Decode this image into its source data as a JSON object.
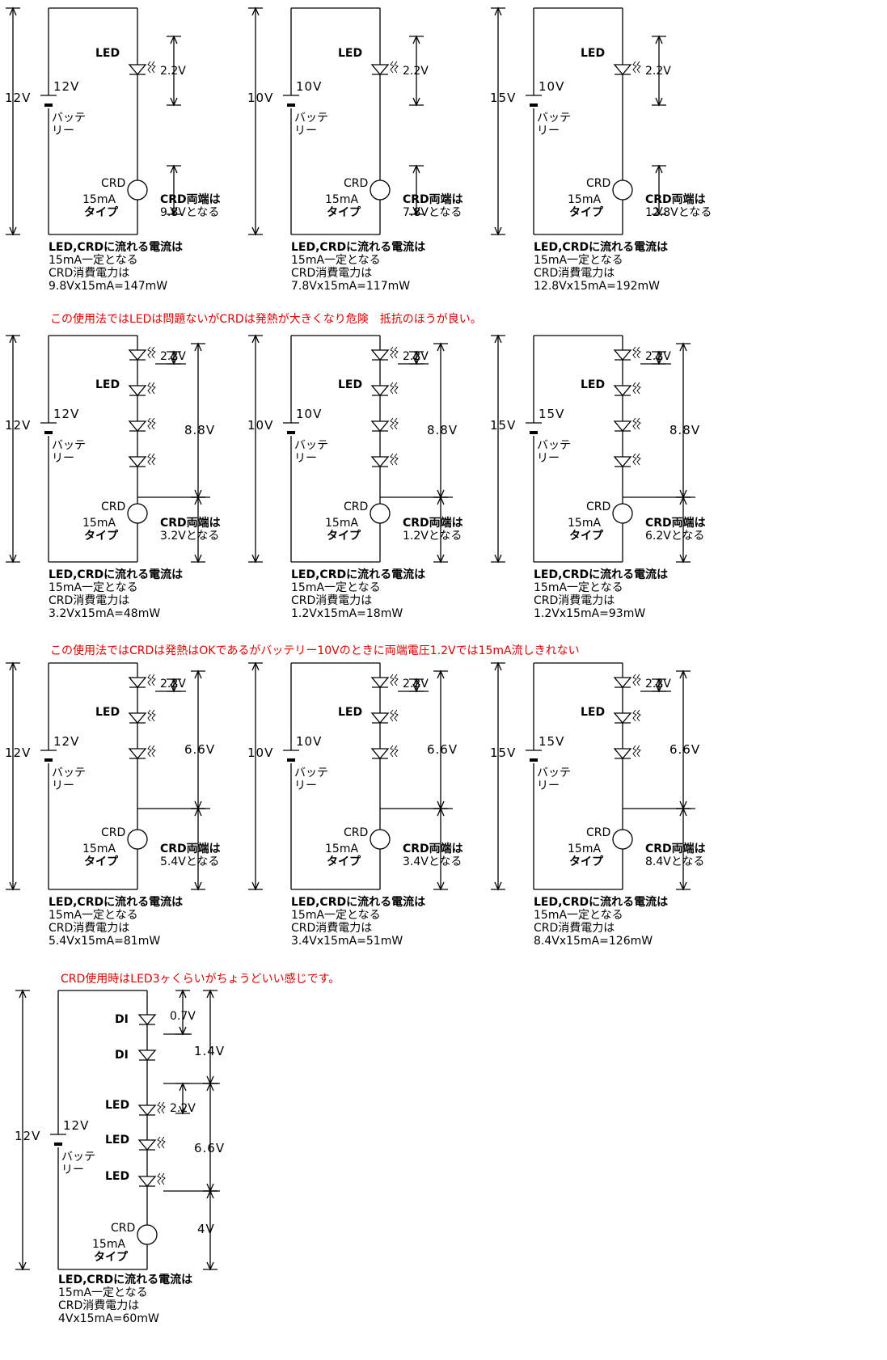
{
  "labels": {
    "led": "LED",
    "crd": "CRD",
    "di": "DI",
    "type_15ma": "15mA",
    "type_word": "タイプ",
    "battery_1": "バッテ",
    "battery_2": "リー",
    "led_drop": "2.2V",
    "di_drop": "0.7V",
    "crd_both_ends": "CRD両端は"
  },
  "summary": {
    "line1": "LED,CRDに流れる電流は",
    "line2": "15mA一定となる",
    "line3": "CRD消費電力は"
  },
  "panels": [
    {
      "total": "12V",
      "battery": "12V",
      "leds": 1,
      "mid": "",
      "crd_v": "9.8Vとなる",
      "power": "9.8Vx15mA=147mW"
    },
    {
      "total": "10V",
      "battery": "10V",
      "leds": 1,
      "mid": "",
      "crd_v": "7.8Vとなる",
      "power": "7.8Vx15mA=117mW"
    },
    {
      "total": "15V",
      "battery": "10V",
      "leds": 1,
      "mid": "",
      "crd_v": "12.8Vとなる",
      "power": "12.8Vx15mA=192mW"
    },
    {
      "total": "12V",
      "battery": "12V",
      "leds": 4,
      "mid": "8.8V",
      "crd_v": "3.2Vとなる",
      "power": "3.2Vx15mA=48mW"
    },
    {
      "total": "10V",
      "battery": "10V",
      "leds": 4,
      "mid": "8.8V",
      "crd_v": "1.2Vとなる",
      "power": "1.2Vx15mA=18mW"
    },
    {
      "total": "15V",
      "battery": "15V",
      "leds": 4,
      "mid": "8.8V",
      "crd_v": "6.2Vとなる",
      "power": "1.2Vx15mA=93mW"
    },
    {
      "total": "12V",
      "battery": "12V",
      "leds": 3,
      "mid": "6.6V",
      "crd_v": "5.4Vとなる",
      "power": "5.4Vx15mA=81mW"
    },
    {
      "total": "10V",
      "battery": "10V",
      "leds": 3,
      "mid": "6.6V",
      "crd_v": "3.4Vとなる",
      "power": "3.4Vx15mA=51mW"
    },
    {
      "total": "15V",
      "battery": "15V",
      "leds": 3,
      "mid": "6.6V",
      "crd_v": "8.4Vとなる",
      "power": "8.4Vx15mA=126mW"
    }
  ],
  "final_panel": {
    "total": "12V",
    "battery": "12V",
    "di_total": "1.4V",
    "led_total": "6.6V",
    "crd_total": "4V",
    "power": "4Vx15mA=60mW"
  },
  "notes": [
    "この使用法ではLEDは問題ないがCRDは発熱が大きくなり危険　抵抗のほうが良い。",
    "この使用法ではCRDは発熱はOKであるがバッテリー10Vのときに両端電圧1.2Vでは15mA流しきれない",
    "CRD使用時はLED3ヶくらいがちょうどいい感じです。"
  ]
}
